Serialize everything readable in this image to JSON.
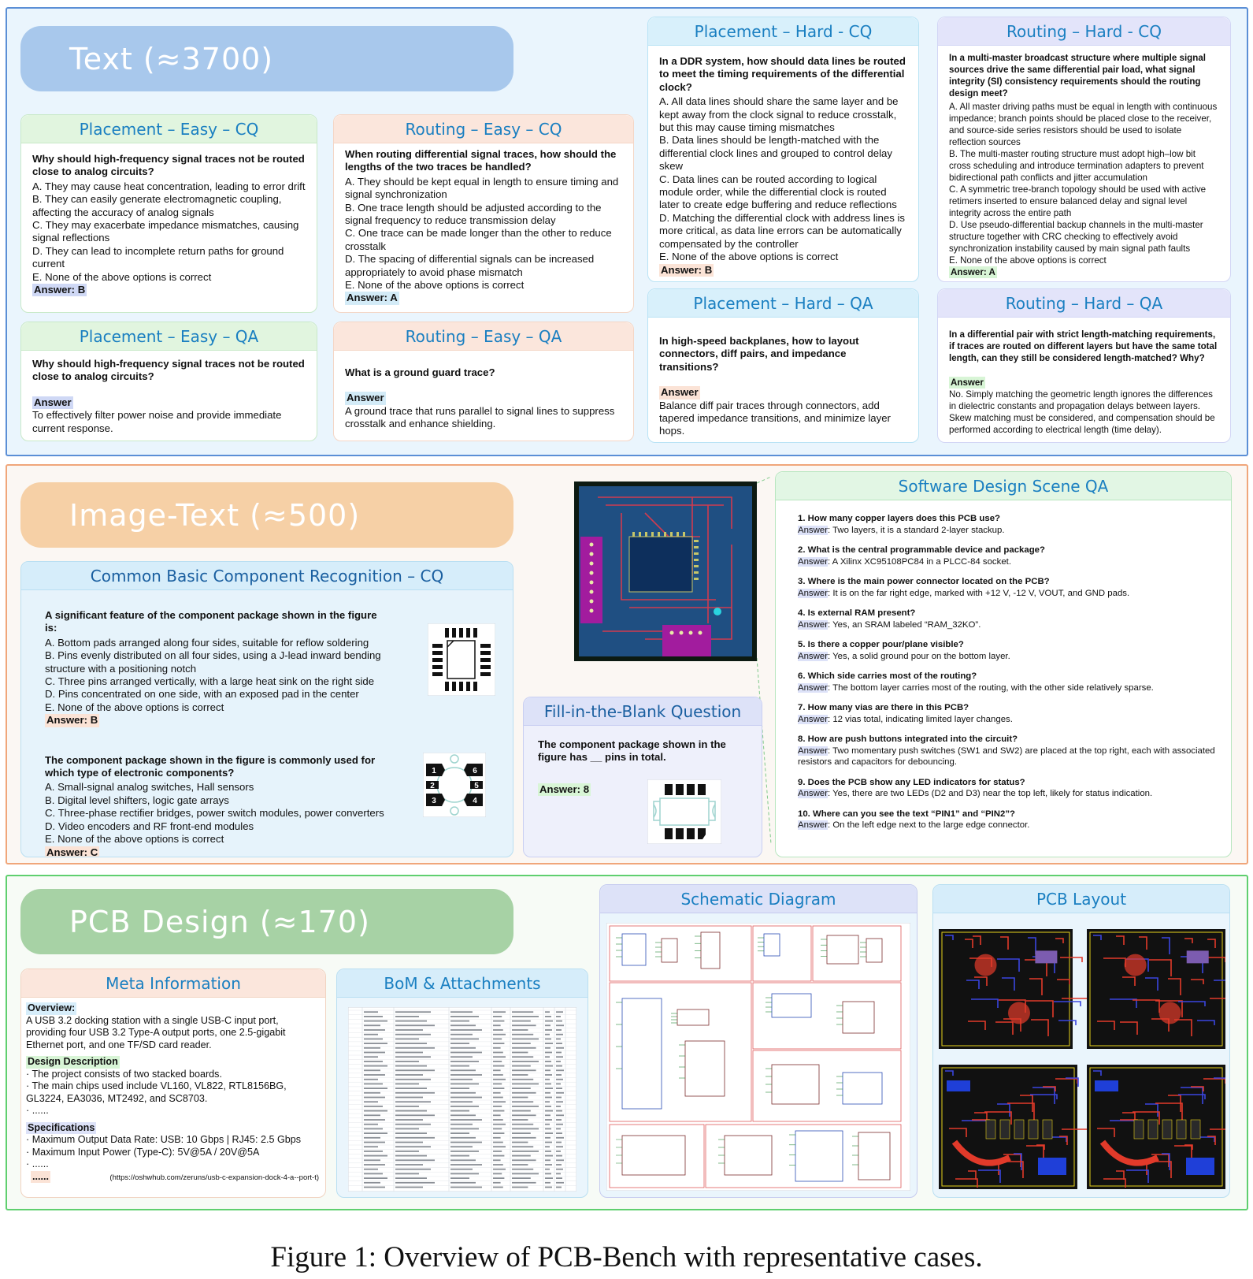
{
  "sections": {
    "text": {
      "title": "Text  (≈3700)",
      "placement_easy_cq": {
        "header": "Placement – Easy – CQ",
        "question": "Why should high-frequency signal traces not be routed close to analog circuits?",
        "options": [
          "A. They may cause heat concentration, leading to error drift",
          "B. They can easily generate electromagnetic coupling, affecting the accuracy of analog signals",
          "C. They may exacerbate impedance mismatches, causing signal reflections",
          "D. They can lead to incomplete return paths for ground current",
          "E. None of the above options is correct"
        ],
        "answer": "Answer: B"
      },
      "routing_easy_cq": {
        "header": "Routing – Easy – CQ",
        "question": "When routing differential signal traces, how should the lengths of the two traces be handled?",
        "options": [
          "A. They should be kept equal in length to ensure timing and signal synchronization",
          "B. One trace length should be adjusted according to the signal frequency to reduce transmission delay",
          "C. One trace can be made longer than the other to reduce crosstalk",
          "D. The spacing of differential signals can be increased appropriately to avoid phase mismatch",
          "E. None of the above options is correct"
        ],
        "answer": "Answer: A"
      },
      "placement_easy_qa": {
        "header": "Placement – Easy – QA",
        "question": "Why should high-frequency signal traces not be routed close to analog circuits?",
        "answer_label": "Answer",
        "answer": "To effectively filter power noise and provide immediate current response."
      },
      "routing_easy_qa": {
        "header": "Routing – Easy – QA",
        "question": "What is a ground guard trace?",
        "answer_label": "Answer",
        "answer": "A ground trace that runs parallel to signal lines to suppress crosstalk and enhance shielding."
      },
      "placement_hard_cq": {
        "header": "Placement – Hard - CQ",
        "question": "In a DDR system, how should data lines be routed to meet the timing requirements of the differential clock?",
        "options": [
          "A. All data lines should share the same layer and be kept away from the clock signal to reduce crosstalk, but this may cause timing mismatches",
          "B. Data lines should be length-matched with the differential clock lines and grouped to control delay skew",
          "C. Data lines can be routed according to logical module order, while the differential clock is routed later to create edge buffering and reduce reflections",
          "D. Matching the differential clock with address lines is more critical, as data line errors can be automatically compensated by the controller",
          "E. None of the above options is correct"
        ],
        "answer": "Answer: B"
      },
      "routing_hard_cq": {
        "header": "Routing – Hard - CQ",
        "question": "In a multi-master broadcast structure where multiple signal sources drive the same differential pair load, what signal integrity (SI) consistency requirements should the routing design meet?",
        "options": [
          "A. All master driving paths must be equal in length with continuous impedance; branch points should be placed close to the receiver, and source-side series resistors should be used to isolate reflection sources",
          "B. The multi-master routing structure must adopt high–low bit cross scheduling and introduce termination adapters to prevent bidirectional path conflicts and jitter accumulation",
          "C. A symmetric tree-branch topology should be used with active retimers inserted to ensure balanced delay and signal level integrity across the entire path",
          "D. Use pseudo-differential backup channels in the multi-master structure together with CRC checking to effectively avoid synchronization instability caused by main signal path faults",
          "E. None of the above options is correct"
        ],
        "answer": "Answer: A"
      },
      "placement_hard_qa": {
        "header": "Placement – Hard – QA",
        "question": "In high-speed backplanes, how to layout connectors, diff pairs, and impedance transitions?",
        "answer_label": "Answer",
        "answer": "Balance diff pair traces through connectors, add tapered impedance transitions, and minimize layer hops."
      },
      "routing_hard_qa": {
        "header": "Routing – Hard – QA",
        "question": "In a differential pair with strict length-matching requirements, if traces are routed on different layers but have the same total length, can they still be considered length-matched? Why?",
        "answer_label": "Answer",
        "answer": "No. Simply matching the geometric length ignores the differences in dielectric constants and propagation delays between layers. Skew matching must be considered, and compensation should be performed according to electrical length (time delay)."
      }
    },
    "image_text": {
      "title": "Image-Text  (≈500)",
      "component_cq": {
        "header": "Common Basic Component Recognition – CQ",
        "q1": {
          "question": "A significant feature of the component package shown in the figure is:",
          "options": [
            "A. Bottom pads arranged along four sides, suitable for reflow soldering",
            "B. Pins evenly distributed on all four sides, using a J-lead inward bending structure with a positioning notch",
            "C. Three pins arranged vertically, with a large heat sink on the right side",
            "D. Pins concentrated on one side, with an exposed pad in the center",
            "E. None of the above options is correct"
          ],
          "answer": "Answer: B"
        },
        "q2": {
          "question": "The component package shown in the figure is commonly used for which type of electronic components?",
          "options": [
            "A. Small-signal analog switches, Hall sensors",
            "B. Digital level shifters, logic gate arrays",
            "C. Three-phase rectifier bridges, power switch modules, power converters",
            "D. Video encoders and RF front-end modules",
            "E. None of the above options is correct"
          ],
          "answer": "Answer: C",
          "pin_labels": [
            "1",
            "2",
            "3",
            "6",
            "5",
            "4"
          ]
        }
      },
      "fill_blank": {
        "header": "Fill-in-the-Blank Question",
        "question": "The component package shown in the figure has __ pins in total.",
        "answer": "Answer: 8"
      },
      "software_qa": {
        "header": "Software Design Scene QA",
        "answer_label": "Answer",
        "items": [
          {
            "q": "1. How many copper layers does this PCB use?",
            "a": ": Two layers, it is a standard 2-layer stackup."
          },
          {
            "q": "2. What is the central programmable device and package?",
            "a": ": A Xilinx XC95108PC84 in a PLCC-84 socket."
          },
          {
            "q": "3. Where is the main power connector located on the PCB?",
            "a": ": It is on the far right edge, marked with +12 V, -12 V, VOUT, and GND pads."
          },
          {
            "q": "4. Is external RAM present?",
            "a": ": Yes, an SRAM labeled “RAM_32KO”."
          },
          {
            "q": "5. Is there a copper pour/plane visible?",
            "a": ": Yes, a solid ground pour on the bottom layer."
          },
          {
            "q": "6. Which side carries most of the routing?",
            "a": ": The bottom layer carries most of the routing, with the other side relatively sparse."
          },
          {
            "q": "7. How many vias are there in this PCB?",
            "a": ": 12 vias total, indicating limited layer changes."
          },
          {
            "q": "8. How are push buttons integrated into the circuit?",
            "a": ": Two momentary push switches (SW1 and SW2) are placed at the top right, each with associated resistors and capacitors for debouncing."
          },
          {
            "q": "9. Does the PCB show any LED indicators for status?",
            "a": ": Yes, there are two LEDs (D2 and D3) near the top left, likely for status indication."
          },
          {
            "q": "10. Where can you see the text “PIN1” and “PIN2”?",
            "a": ": On the left edge next to the large edge connector."
          }
        ]
      }
    },
    "pcb_design": {
      "title": "PCB Design  (≈170)",
      "meta": {
        "header": "Meta Information",
        "overview_label": "Overview:",
        "overview": "A USB 3.2 docking station with a single USB-C input port, providing four USB 3.2 Type-A output ports, one 2.5-gigabit Ethernet port, and one TF/SD card reader.",
        "design_label": "Design Description",
        "design_items": [
          "·  The project consists of two stacked boards.",
          "·  The main chips used include VL160, VL822, RTL8156BG, GL3224, EA3036, MT2492, and SC8703.",
          "·  ......"
        ],
        "spec_label": "Specifications",
        "spec_items": [
          "·  Maximum Output Data Rate: USB: 10 Gbps | RJ45: 2.5 Gbps",
          "·  Maximum Input Power (Type-C): 5V@5A / 20V@5A",
          "·  ......"
        ],
        "ellipsis": "......",
        "source": "(https://oshwhub.com/zeruns/usb-c-expansion-dock-4-a--port-t)"
      },
      "bom": {
        "header": "BoM & Attachments"
      },
      "schematic": {
        "header": "Schematic Diagram"
      },
      "layout": {
        "header": "PCB Layout"
      }
    }
  },
  "caption": "Figure 1: Overview of PCB-Bench with representative cases.",
  "colors": {
    "blue_border": "#5b8fd6",
    "orange_border": "#f0a67a",
    "green_border": "#5fcf6f",
    "accent_text": "#1a6fb5"
  }
}
